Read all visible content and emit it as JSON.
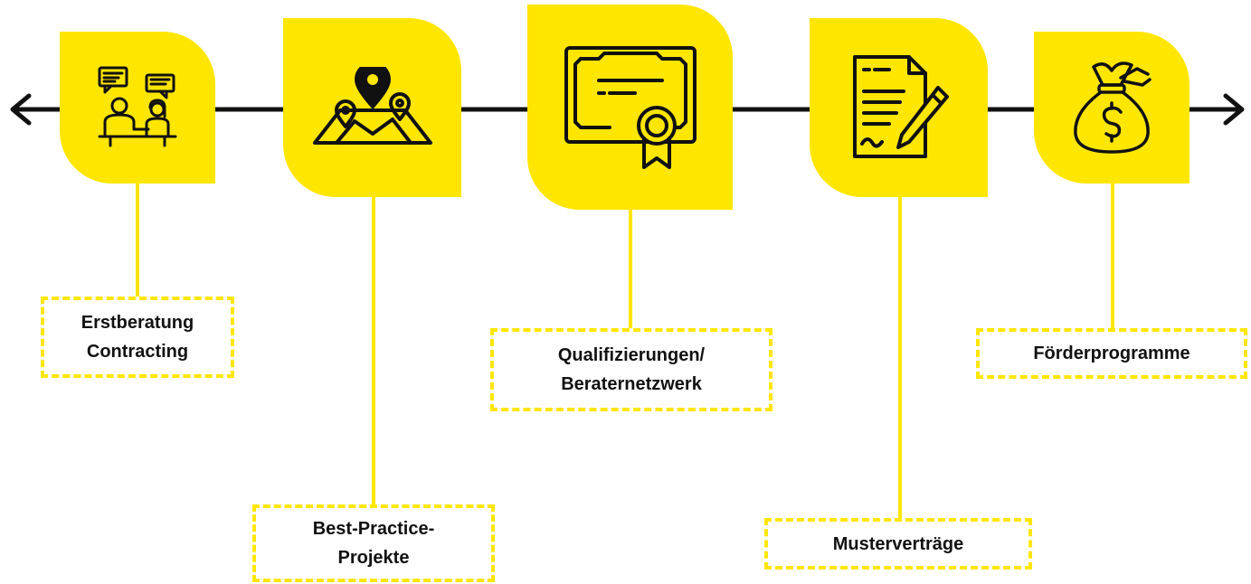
{
  "steps": [
    {
      "id": "erstberatung",
      "icon": "consultation-icon",
      "label": "Erstberatung\nContracting"
    },
    {
      "id": "best-practice",
      "icon": "map-pins-icon",
      "label": "Best-Practice-\nProjekte"
    },
    {
      "id": "qualifizierungen",
      "icon": "certificate-icon",
      "label": "Qualifizierungen/\nBeraternetzwerk"
    },
    {
      "id": "mustervertraege",
      "icon": "contract-icon",
      "label": "Musterverträge"
    },
    {
      "id": "foerderprogramme",
      "icon": "money-bag-icon",
      "label": "Förderprogramme"
    }
  ],
  "colors": {
    "accent": "#ffe600",
    "line": "#111111",
    "text": "#111111"
  }
}
